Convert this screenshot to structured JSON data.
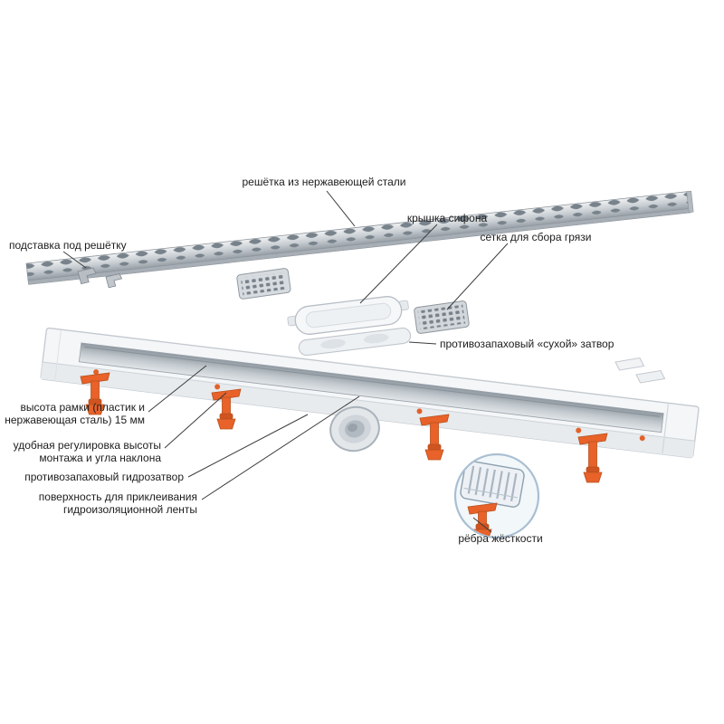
{
  "figure": {
    "labels": {
      "grate": {
        "text": "решётка из нержавеющей стали"
      },
      "siphon_cover": {
        "text": "крышка сифона"
      },
      "dirt_mesh": {
        "text": "сетка для сбора грязи"
      },
      "grate_stand": {
        "text": "подставка под решётку"
      },
      "dry_trap": {
        "text": "противозапаховый «сухой» затвор"
      },
      "frame_height": {
        "lines": [
          "высота рамки (пластик и",
          "нержавеющая сталь) 15 мм"
        ]
      },
      "height_adjust": {
        "lines": [
          "удобная регулировка высоты",
          "монтажа и угла наклона"
        ]
      },
      "water_trap": {
        "text": "противозапаховый гидрозатвор"
      },
      "glue_surface": {
        "lines": [
          "поверхность для приклеивания",
          "гидроизоляционной ленты"
        ]
      },
      "stiffening_ribs": {
        "text": "рёбра жёсткости"
      }
    },
    "colors": {
      "background": "#ffffff",
      "steel_light": "#f0f2f3",
      "steel_mid": "#b4bac0",
      "steel_dark": "#8d949b",
      "plastic_white": "#f4f6f8",
      "outline_gray": "#c3c9cf",
      "accent_orange": "#e8622a",
      "leader_line": "#3c3c3c",
      "magnifier_blue": "#a9bfd2"
    }
  }
}
